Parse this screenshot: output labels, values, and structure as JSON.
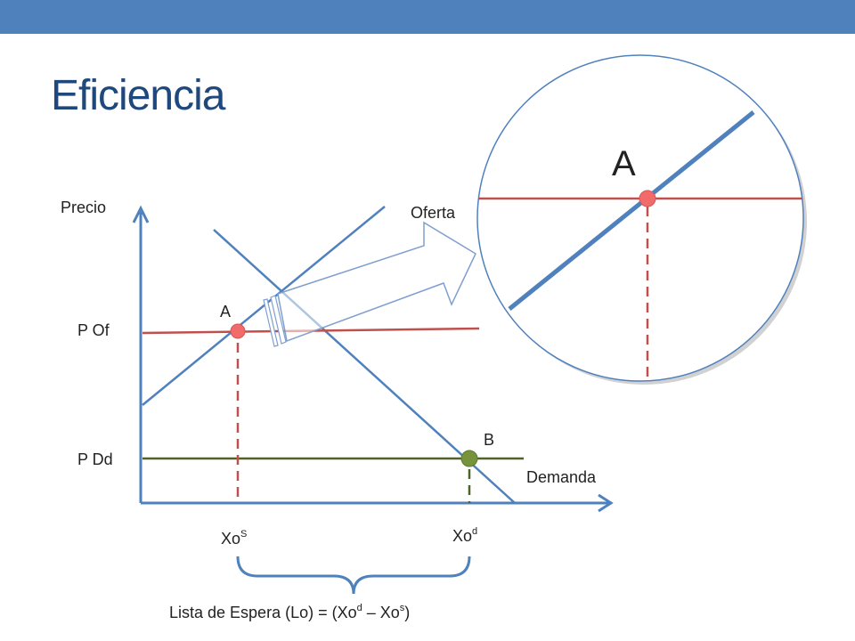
{
  "slide": {
    "title": "Eficiencia"
  },
  "diagram": {
    "axis_y_label": "Precio",
    "price_offer_label": "P Of",
    "price_demand_label": "P Dd",
    "supply_label": "Oferta",
    "demand_label": "Demanda",
    "point_a_label": "A",
    "point_b_label": "B",
    "zoom_point_label": "A",
    "xs_base": "Xo",
    "xs_sup": "S",
    "xd_base": "Xo",
    "xd_sup": "d",
    "waiting_list": {
      "prefix": "Lista de Espera (Lo) = (Xo",
      "sup1": "d",
      "mid": " – Xo",
      "sup2": "s",
      "suffix": ")"
    }
  },
  "colors": {
    "topbar": "#4f81bd",
    "title": "#1f497d",
    "blue_line": "#4f81bd",
    "red_line": "#c0504d",
    "green_line": "#4f6228",
    "point_red": "#f26b6b",
    "point_green": "#77933c"
  }
}
